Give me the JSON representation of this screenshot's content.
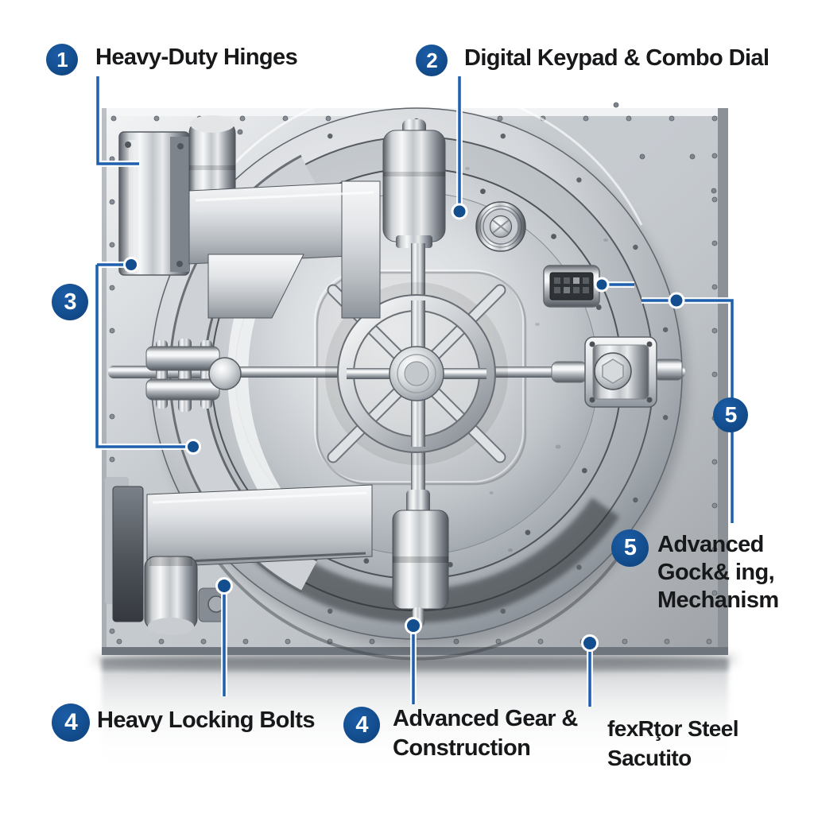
{
  "figure": {
    "subject": "bank-vault-door-infographic"
  },
  "colors": {
    "accent_blue": "#134e8f",
    "leader_line_blue": "#1e5fae",
    "label_text": "#17181a",
    "background": "#ffffff"
  },
  "callouts": {
    "c1": {
      "number": "1",
      "label": "Heavy-Duty Hinges"
    },
    "c2": {
      "number": "2",
      "label": "Digital Keypad & Combo Dial"
    },
    "c3": {
      "number": "3"
    },
    "c4a": {
      "number": "4",
      "label": "Heavy Locking Bolts"
    },
    "c4b": {
      "number": "4",
      "label_line1": "Advanced Gear &",
      "label_line2": "Construction"
    },
    "c5_marker": {
      "number": "5"
    },
    "c5": {
      "number": "5",
      "label_line1": "Advanced",
      "label_line2": "Gock& ing,",
      "label_line3": "Mechanism"
    },
    "steel_label": {
      "line1": "fexRţor Steel",
      "line2": "Sacutito"
    }
  }
}
